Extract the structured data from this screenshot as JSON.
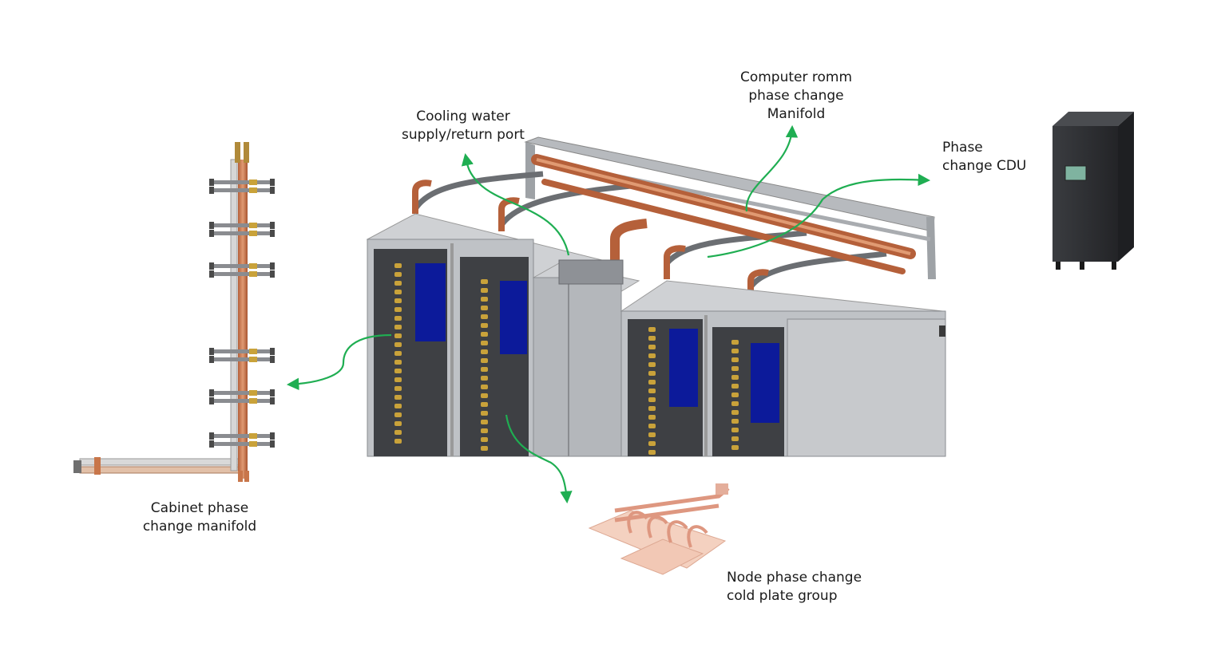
{
  "labels": {
    "cooling_water_port": [
      "Cooling water",
      "supply/return port"
    ],
    "room_manifold": [
      "Computer romm",
      "phase change",
      "Manifold"
    ],
    "phase_cdu": [
      "Phase",
      "change CDU"
    ],
    "cabinet_manifold": [
      "Cabinet phase",
      "change manifold"
    ],
    "node_cold_plate": [
      "Node phase change",
      "cold plate group"
    ]
  },
  "colors": {
    "arrow": "#1fae52",
    "copper": "#c8764a",
    "copper_light": "#e8a58a",
    "frame": "#a9acb0",
    "cabinet": "#bfc2c6",
    "cabinet_dark": "#4a4c50",
    "panel_blue": "#0c1a9a",
    "cdu": "#2f3134"
  }
}
